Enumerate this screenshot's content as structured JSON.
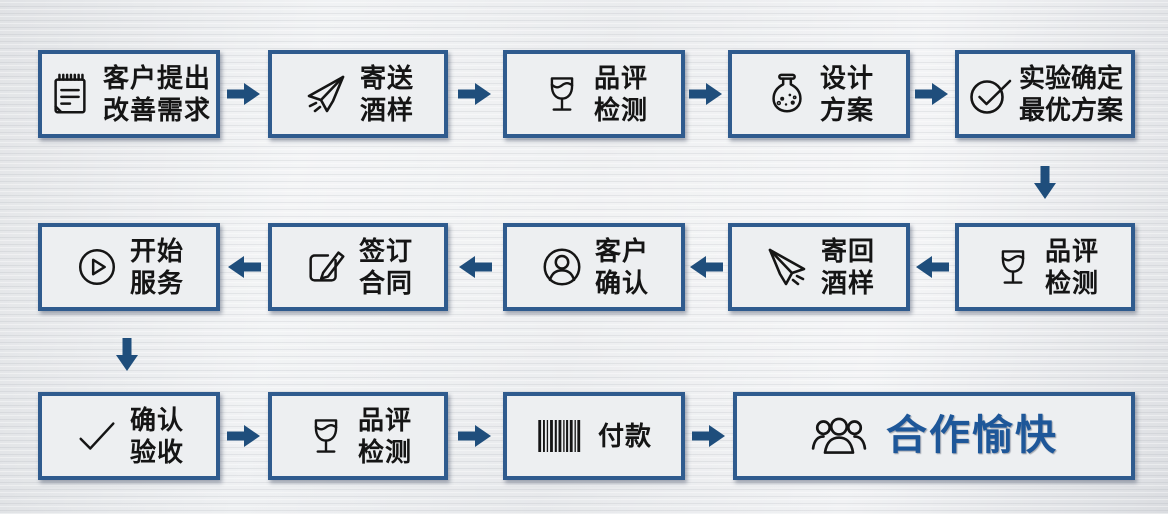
{
  "theme": {
    "border_color": "#2f5b8e",
    "arrow_color": "#1f4e7c",
    "highlight_text_color": "#1e5799",
    "icon_color": "#151515"
  },
  "flow": {
    "rows": [
      {
        "direction": "right",
        "steps": [
          {
            "icon": "memo-icon",
            "lines": [
              "客户提出",
              "改善需求"
            ]
          },
          {
            "icon": "paper-plane-icon",
            "lines": [
              "寄送",
              "酒样"
            ]
          },
          {
            "icon": "wine-glass-icon",
            "lines": [
              "品评",
              "检测"
            ]
          },
          {
            "icon": "flask-icon",
            "lines": [
              "设计",
              "方案"
            ]
          },
          {
            "icon": "check-circle-icon",
            "lines": [
              "实验确定",
              "最优方案"
            ]
          }
        ]
      },
      {
        "direction": "left",
        "steps": [
          {
            "icon": "wine-glass-icon",
            "lines": [
              "品评",
              "检测"
            ]
          },
          {
            "icon": "paper-plane-left-icon",
            "lines": [
              "寄回",
              "酒样"
            ]
          },
          {
            "icon": "user-circle-icon",
            "lines": [
              "客户",
              "确认"
            ]
          },
          {
            "icon": "contract-pen-icon",
            "lines": [
              "签订",
              "合同"
            ]
          },
          {
            "icon": "play-circle-icon",
            "lines": [
              "开始",
              "服务"
            ]
          }
        ]
      },
      {
        "direction": "right",
        "steps": [
          {
            "icon": "checkmark-icon",
            "lines": [
              "确认",
              "验收"
            ]
          },
          {
            "icon": "wine-glass-icon",
            "lines": [
              "品评",
              "检测"
            ]
          },
          {
            "icon": "barcode-icon",
            "lines": [
              "付款"
            ]
          },
          {
            "icon": "people-group-icon",
            "lines": [
              "合作愉快"
            ],
            "highlight": true
          }
        ]
      }
    ]
  }
}
